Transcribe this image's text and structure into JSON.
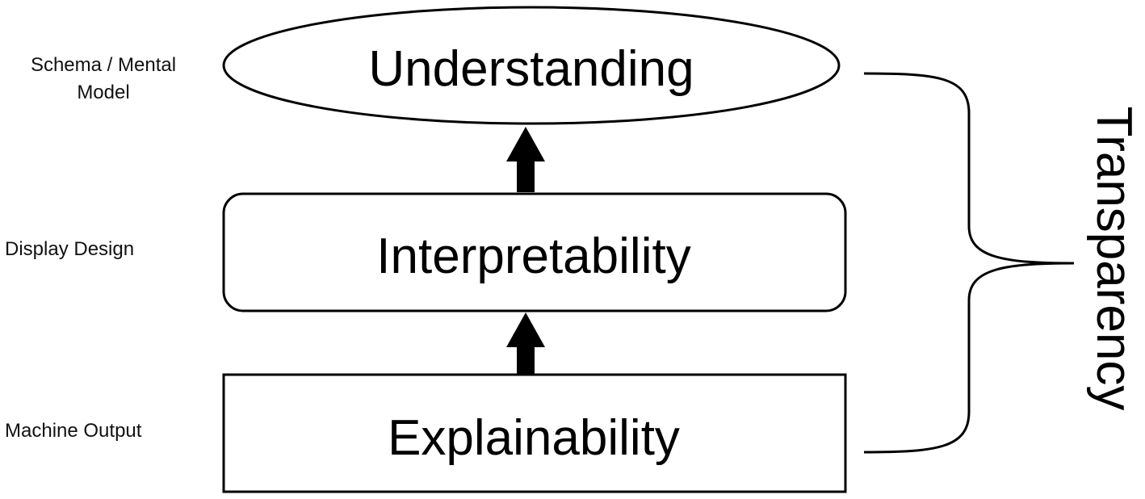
{
  "diagram": {
    "layers": [
      {
        "id": "top",
        "label": "Understanding",
        "side_label": "Schema / Mental Model",
        "shape": "ellipse"
      },
      {
        "id": "middle",
        "label": "Interpretability",
        "side_label": "Display Design",
        "shape": "rounded-rectangle"
      },
      {
        "id": "bottom",
        "label": "Explainability",
        "side_label": "Machine Output",
        "shape": "rectangle"
      }
    ],
    "arrows": [
      {
        "from": "bottom",
        "to": "middle",
        "direction": "up"
      },
      {
        "from": "middle",
        "to": "top",
        "direction": "up"
      }
    ],
    "bracket_label": "Transparency",
    "colors": {
      "stroke": "#000000",
      "background": "#ffffff",
      "text": "#000000"
    }
  }
}
